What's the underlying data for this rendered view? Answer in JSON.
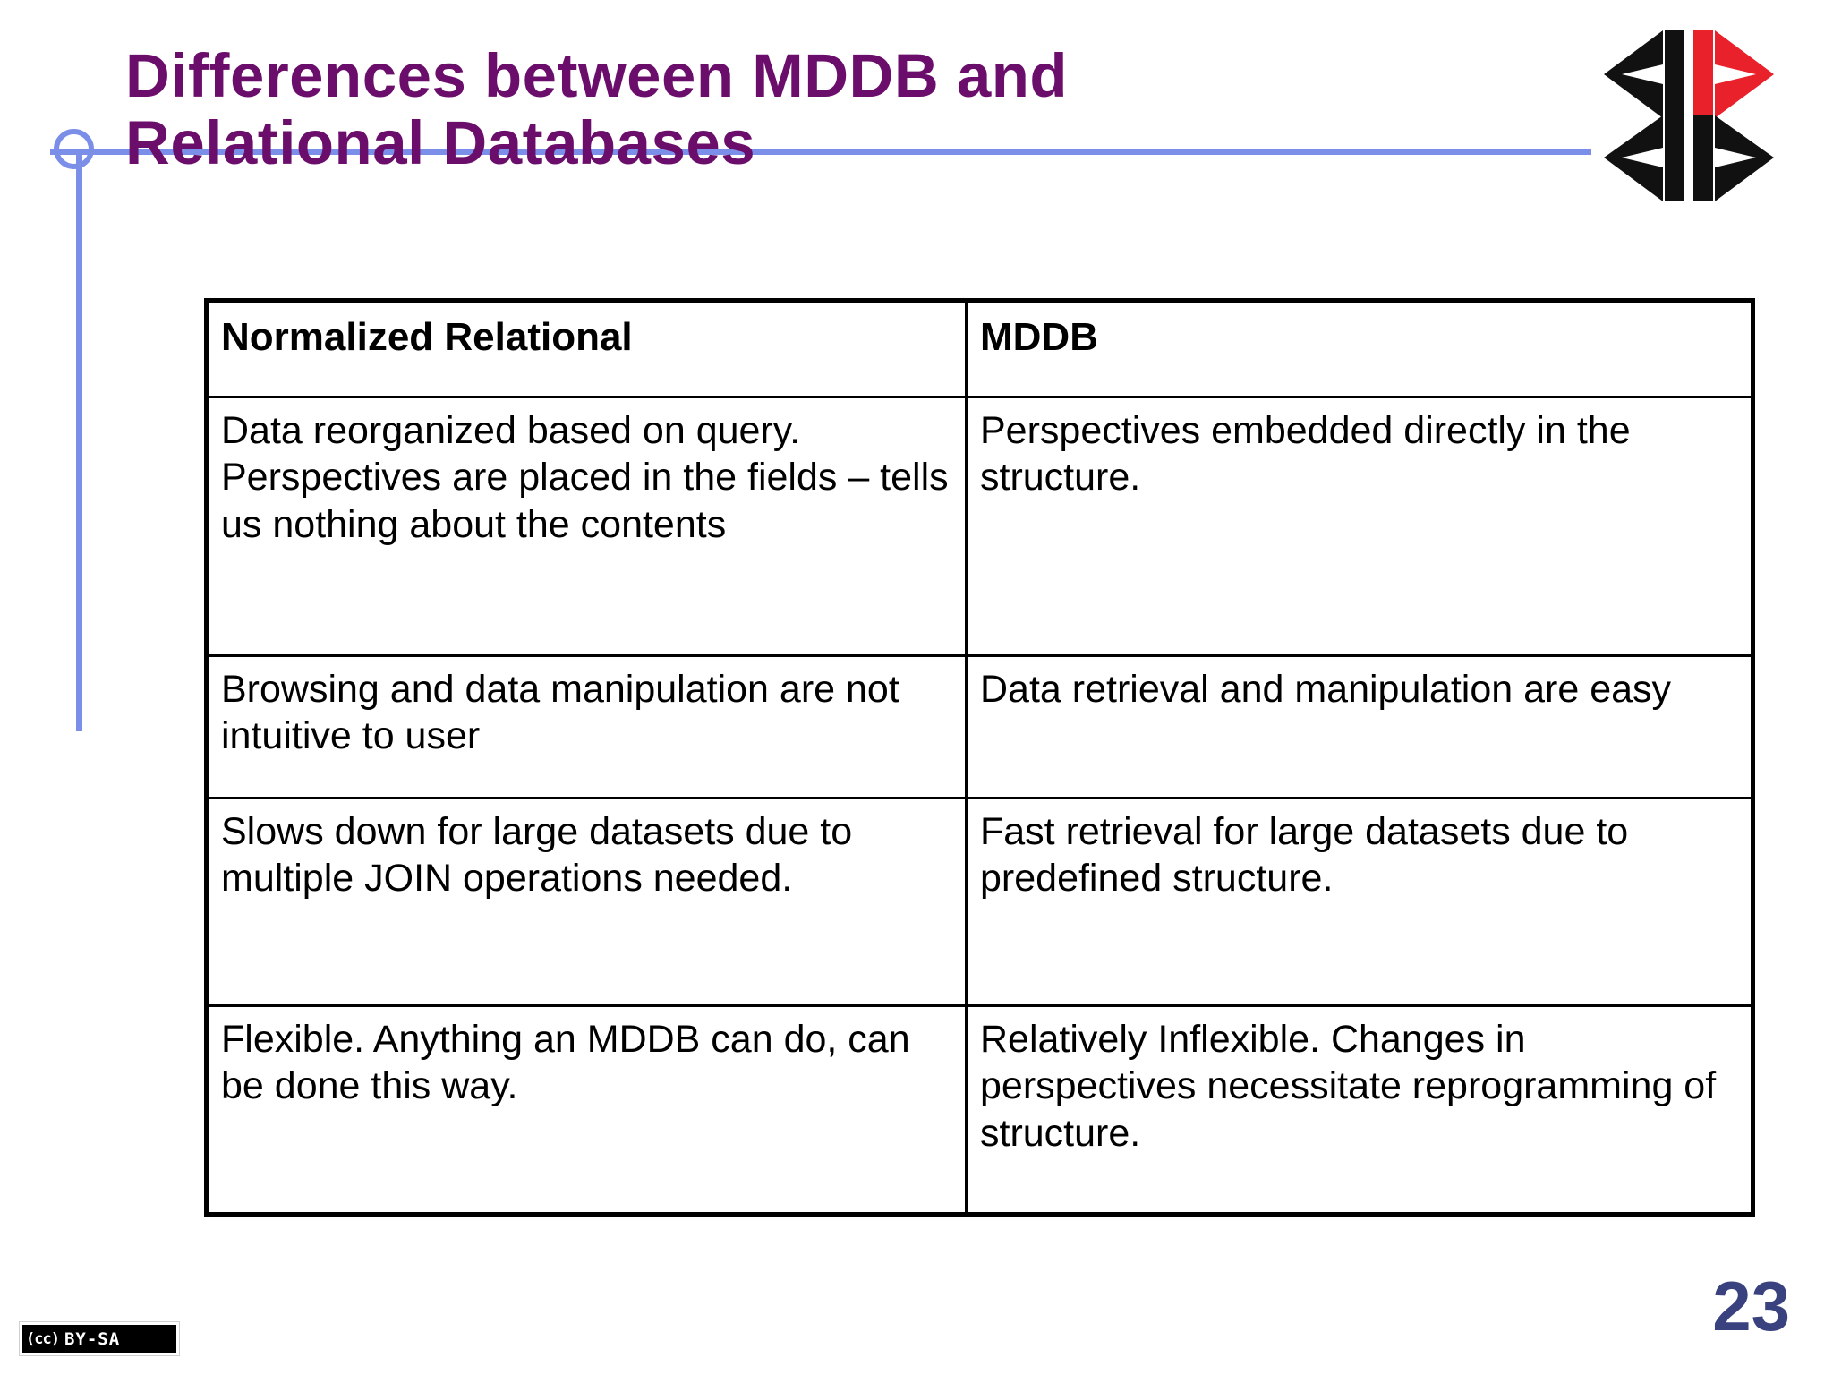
{
  "slide": {
    "title": "Differences between MDDB and\nRelational Databases",
    "title_color": "#6b0d6b",
    "accent_line_color": "#7b8ee8",
    "slide_number": "23",
    "slide_number_color": "#39417f"
  },
  "logo": {
    "name": "kk-kk-logo",
    "letters": [
      "K",
      "K",
      "K",
      "K"
    ],
    "colors": {
      "black": "#111111",
      "red": "#e8212b"
    }
  },
  "table": {
    "headers": [
      "Normalized Relational",
      "MDDB"
    ],
    "rows": [
      {
        "left": "Data reorganized based on query. Perspectives are placed in the fields – tells us nothing about the contents",
        "right": "Perspectives embedded directly in the structure."
      },
      {
        "left": "Browsing and data manipulation are not intuitive to user",
        "right": "Data retrieval and manipulation are easy"
      },
      {
        "left": "Slows down for large datasets due to multiple JOIN operations needed.",
        "right": "Fast retrieval for large datasets due to predefined structure."
      },
      {
        "left": "Flexible. Anything an MDDB can do, can be done this way.",
        "right": "Relatively Inflexible. Changes in perspectives necessitate reprogramming of structure."
      }
    ]
  },
  "license": {
    "mark": "(cc)",
    "terms": "BY-SA"
  }
}
